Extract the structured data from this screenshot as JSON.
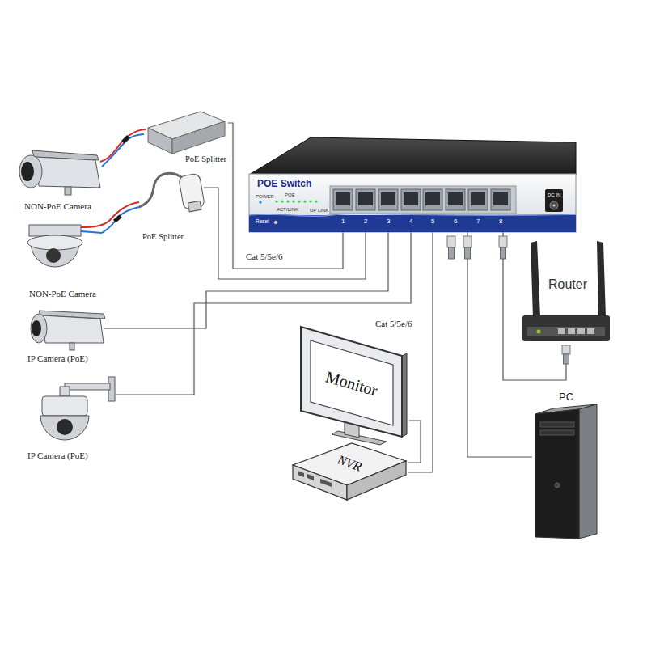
{
  "diagram": {
    "nodes": [
      {
        "text": [
          "POE Switch"
        ]
      },
      {
        "text": [
          "PoE Splitter"
        ]
      },
      {
        "text": [
          "NON-PoE Camera"
        ]
      },
      {
        "text": [
          "PoE Splitter"
        ]
      },
      {
        "text": [
          "NON-PoE Camera"
        ]
      },
      {
        "text": [
          "IP Camera (PoE)"
        ]
      },
      {
        "text": [
          "IP Camera (PoE)"
        ]
      },
      {
        "text": [
          "Monitor"
        ]
      },
      {
        "text": [
          "NVR"
        ]
      },
      {
        "text": [
          "Router"
        ]
      },
      {
        "text": [
          "PC"
        ]
      }
    ],
    "edges": [
      {
        "from": 0,
        "to": 1,
        "arrow": "none"
      },
      {
        "from": 0,
        "to": 3,
        "arrow": "none"
      },
      {
        "from": 0,
        "to": 5,
        "arrow": "none"
      },
      {
        "from": 0,
        "to": 6,
        "arrow": "none"
      },
      {
        "from": 0,
        "to": 8,
        "arrow": "none"
      },
      {
        "from": 8,
        "to": 7,
        "arrow": "none"
      },
      {
        "from": 0,
        "to": 9,
        "arrow": "none"
      },
      {
        "from": 0,
        "to": 10,
        "arrow": "none"
      },
      {
        "from": 1,
        "to": 2,
        "arrow": "none"
      },
      {
        "from": 3,
        "to": 4,
        "arrow": "none"
      }
    ],
    "labels": [
      "POWER",
      "POE",
      "ACT/LINK",
      "UP LINK",
      "Reset",
      "DC IN",
      "1",
      "2",
      "3",
      "4",
      "5",
      "6",
      "7",
      "8",
      "Cat 5/5e/6",
      "Cat 5/5e/6"
    ]
  }
}
